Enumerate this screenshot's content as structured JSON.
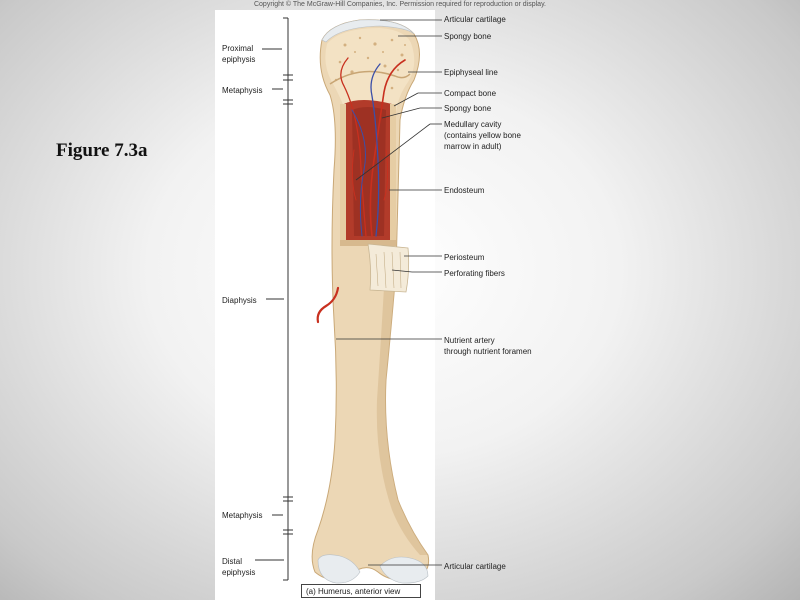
{
  "copyright": "Copyright © The McGraw-Hill Companies, Inc. Permission required for reproduction or display.",
  "figure_title": "Figure 7.3a",
  "caption": "(a) Humerus, anterior view",
  "left_labels": {
    "proximal_epiphysis": "Proximal\nepiphysis",
    "metaphysis_top": "Metaphysis",
    "diaphysis": "Diaphysis",
    "metaphysis_bottom": "Metaphysis",
    "distal_epiphysis": "Distal\nepiphysis"
  },
  "right_labels": {
    "articular_cartilage_top": "Articular cartilage",
    "spongy_bone_top": "Spongy bone",
    "epiphyseal_line": "Epiphyseal line",
    "compact_bone": "Compact bone",
    "spongy_bone": "Spongy bone",
    "medullary_cavity": "Medullary cavity\n(contains yellow bone\nmarrow in adult)",
    "endosteum": "Endosteum",
    "periosteum": "Periosteum",
    "perforating_fibers": "Perforating fibers",
    "nutrient_artery": "Nutrient artery\nthrough nutrient foramen",
    "articular_cartilage_bottom": "Articular cartilage"
  },
  "colors": {
    "bone": "#ecd7b5",
    "bone_shade": "#d7b98e",
    "marrow": "#b23b2a",
    "vessel_red": "#c8301f",
    "vessel_blue": "#3b4fa8",
    "cartilage": "#e8ecef",
    "spongy": "#f3e2c4"
  }
}
